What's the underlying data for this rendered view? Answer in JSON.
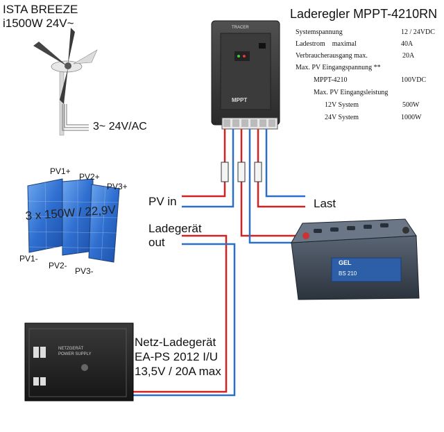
{
  "turbine": {
    "name_line1": "ISTA BREEZE",
    "name_line2": "i1500W 24V~",
    "output": "3~ 24V/AC"
  },
  "controller": {
    "title": "Laderegler MPPT-4210RN",
    "device_brand": "TRACER",
    "face_label": "MPPT",
    "specs": [
      {
        "label": "Systemspannung",
        "value": "12 / 24VDC"
      },
      {
        "label": "Ladestrom    maximal",
        "value": "40A"
      },
      {
        "label": "Verbraucherausgang max.",
        "value": "20A"
      },
      {
        "label": "Max. PV Eingangspannung **",
        "value": ""
      },
      {
        "label": "MPPT-4210",
        "value": "100VDC"
      },
      {
        "label": "Max. PV Eingangsleistung",
        "value": ""
      },
      {
        "label": "12V System",
        "value": "500W"
      },
      {
        "label": "24V System",
        "value": "1000W"
      }
    ]
  },
  "solar": {
    "rating": "3 x 150W / 22,9V",
    "pos_labels": [
      "PV1+",
      "PV2+",
      "PV3+"
    ],
    "neg_labels": [
      "PV1-",
      "PV2-",
      "PV3-"
    ]
  },
  "connections": {
    "pv_in": "PV in",
    "last": "Last",
    "charger_out_line1": "Ladegerät",
    "charger_out_line2": "out"
  },
  "battery": {
    "brand": "GEL",
    "model": "BS 210"
  },
  "charger": {
    "line1": "Netz-Ladegerät",
    "line2": "EA-PS 2012 I/U",
    "line3": "13,5V / 20A max",
    "device_label1": "NETZGERÄT",
    "device_label2": "POWER SUPPLY"
  },
  "colors": {
    "positive_wire": "#d32020",
    "negative_wire": "#2a6fc9",
    "panel_cell": "#2f6fd0"
  }
}
